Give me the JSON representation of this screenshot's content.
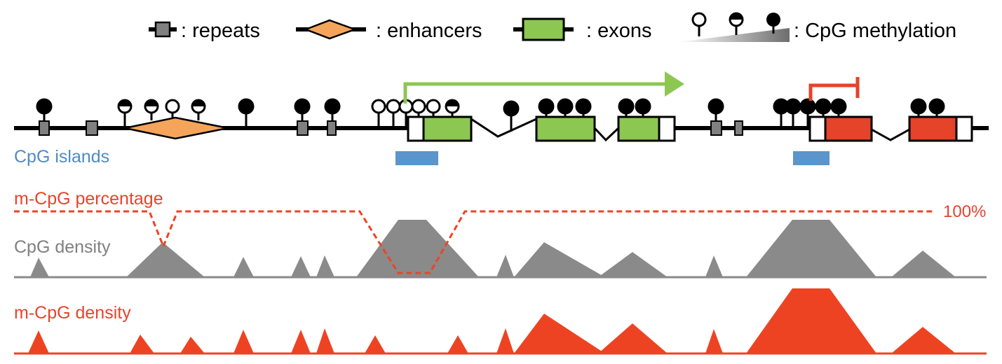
{
  "legend": {
    "repeats": ": repeats",
    "enhancers": ": enhancers",
    "exons": ": exons",
    "methylation": ": CpG methylation"
  },
  "labels": {
    "cpg_islands": "CpG islands",
    "mcpg_percentage": "m-CpG percentage",
    "cpg_density": "CpG density",
    "mcpg_density": "m-CpG density",
    "percent_100": "100%"
  },
  "colors": {
    "exon_green": "#8cc752",
    "enhancer_orange": "#f5a55a",
    "repeat_gray": "#808080",
    "exon_red": "#e5432a",
    "island_blue": "#5b95cc",
    "arrow_green": "#8cc752",
    "arrow_red": "#e5432a",
    "density_gray": "#8a8a8a",
    "mcpg_red": "#ee4323",
    "label_blue": "#4f8bc5",
    "label_red": "#e8432c",
    "label_gray": "#808080"
  }
}
